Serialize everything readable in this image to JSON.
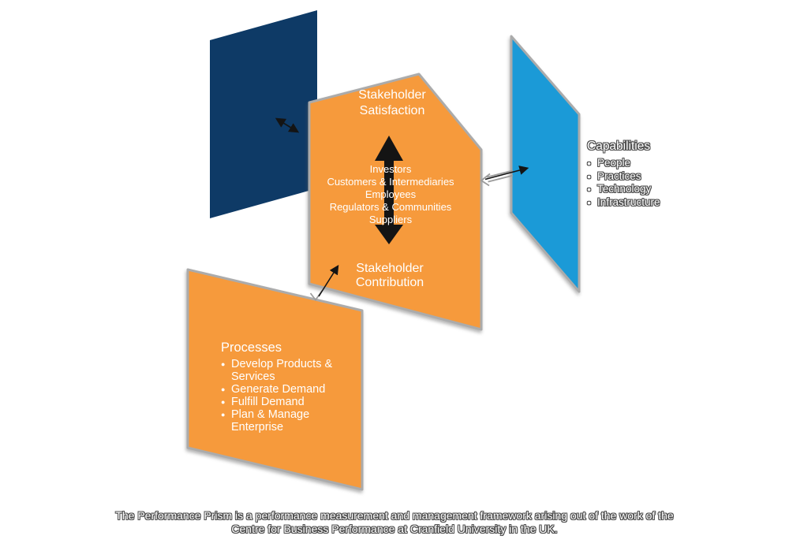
{
  "colors": {
    "navy": "#0e3a66",
    "orange": "#f69a3c",
    "blue": "#1b9ad7",
    "border": "#ababab",
    "arrow": "#141414",
    "white": "#ffffff"
  },
  "icons": {
    "bullet": "●"
  },
  "prism": {
    "satisfaction_line1": "Stakeholder",
    "satisfaction_line2": "Satisfaction",
    "contribution_line1": "Stakeholder",
    "contribution_line2": "Contribution",
    "stakeholders": [
      "Investors",
      "Customers & Intermediaries",
      "Employees",
      "Regulators & Communities",
      "Suppliers"
    ]
  },
  "capabilities": {
    "title": "Capabilities",
    "items": [
      "People",
      "Practices",
      "Technology",
      "Infrastructure"
    ]
  },
  "processes": {
    "title": "Processes",
    "items": [
      "Develop Products & Services",
      "Generate Demand",
      "Fulfill Demand",
      "Plan & Manage Enterprise"
    ]
  },
  "caption": {
    "line1": "The Performance Prism is a performance measurement and management framework arising out of the work of the",
    "line2": "Centre for Business Performance at Cranfield University in the UK."
  }
}
